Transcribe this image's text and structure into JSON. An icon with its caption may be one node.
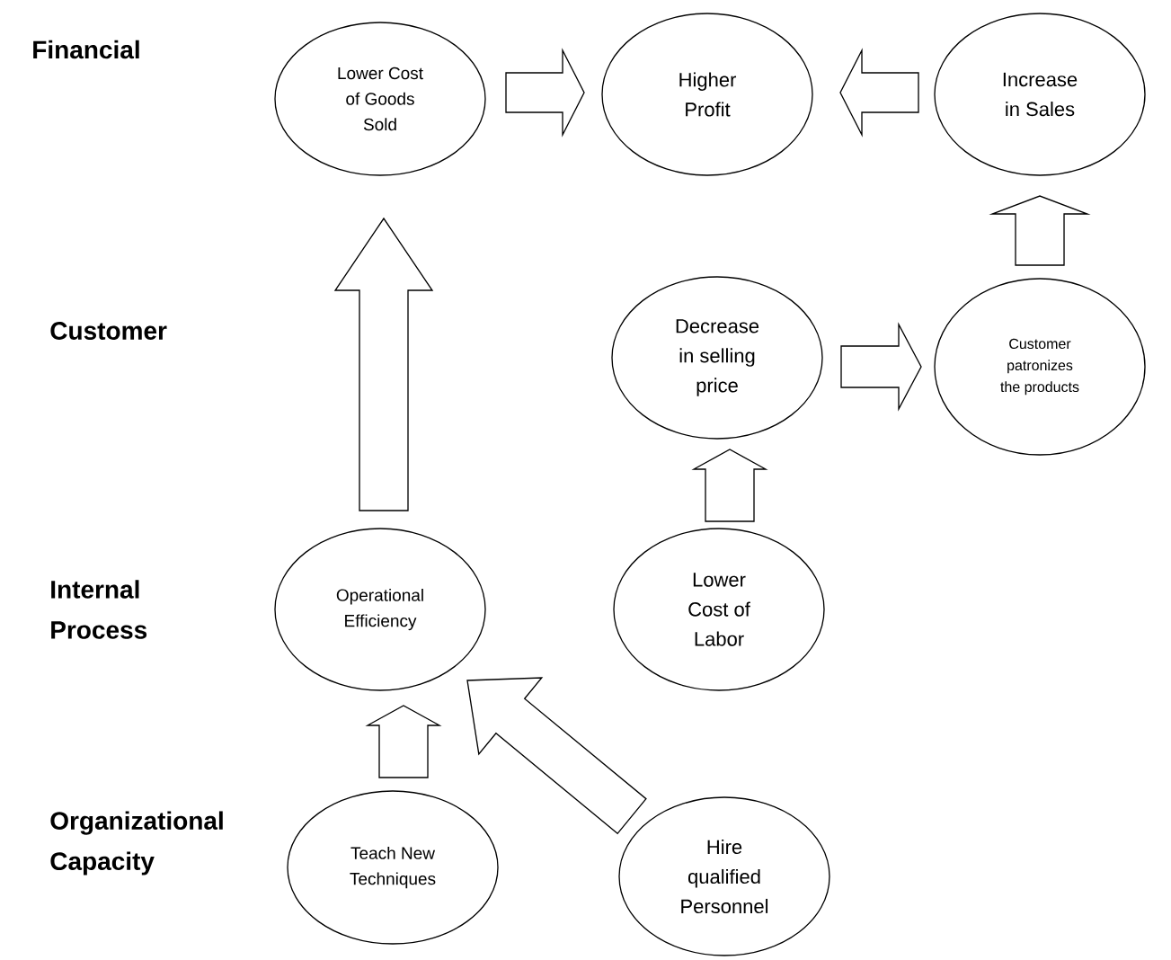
{
  "diagram": {
    "nodes": [
      {
        "text": [
          "Lower Cost of Goods Sold"
        ]
      },
      {
        "text": [
          "Higher Profit"
        ]
      },
      {
        "text": [
          "Increase in Sales"
        ]
      },
      {
        "text": [
          "Decrease in selling price"
        ]
      },
      {
        "text": [
          "Customer patronizes the products"
        ]
      },
      {
        "text": [
          "Operational Efficiency"
        ]
      },
      {
        "text": [
          "Lower Cost of Labor"
        ]
      },
      {
        "text": [
          "Teach New Techniques"
        ]
      },
      {
        "text": [
          "Hire qualified Personnel"
        ]
      }
    ],
    "edges": [
      {
        "from": 0,
        "to": 1,
        "arrow": "to"
      },
      {
        "from": 2,
        "to": 1,
        "arrow": "to"
      },
      {
        "from": 5,
        "to": 0,
        "arrow": "to"
      },
      {
        "from": 3,
        "to": 4,
        "arrow": "to"
      },
      {
        "from": 4,
        "to": 2,
        "arrow": "to"
      },
      {
        "from": 6,
        "to": 3,
        "arrow": "to"
      },
      {
        "from": 7,
        "to": 5,
        "arrow": "to"
      },
      {
        "from": 8,
        "to": 5,
        "arrow": "to"
      }
    ],
    "labels": [
      "Financial",
      "Customer",
      "Internal Process",
      "Organizational Capacity"
    ]
  }
}
